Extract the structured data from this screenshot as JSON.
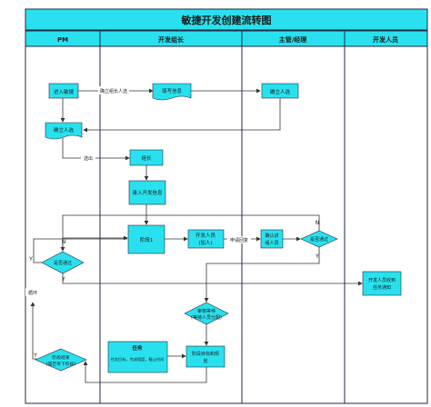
{
  "title": "敏捷开发创建流转图",
  "lanes": [
    "PM",
    "开发组长",
    "主管/经理",
    "开发人员"
  ],
  "nodes": {
    "enter_agile": "进入敏捷",
    "fill_info": "填写信息",
    "confirm_people_mgr": "确立人选",
    "confirm_people_pm": "确立人选",
    "team_lead": "组长",
    "enter_dev_info": "录入开发信息",
    "stage1": "阶段1",
    "dev_personnel": [
      "开发人员",
      "(加人)"
    ],
    "confirm_add": [
      "确认进",
      "组人员"
    ],
    "pass_check_mgr": "是否通过",
    "pass_check_pm": "是否通过",
    "dev_receive": [
      "开发人员收到",
      "任务通知"
    ],
    "review_wait": [
      "审核等待",
      "(等待人员分配)"
    ],
    "stage_goal": [
      "阶段目标和规",
      "划"
    ],
    "stage_end": [
      "阶段结束",
      "(是否有下阶段)"
    ],
    "task_title": "任务",
    "task_detail": "任务目标，完成程度，截止时间"
  },
  "edges": {
    "confirm_lead": "确立组长人选",
    "pick": "选出",
    "apply_reply": "申请回复",
    "n_mgr": "N",
    "y_mgr": "Y",
    "n_pm": "N",
    "y_pm_left": "Y",
    "y_pm_down": "Y",
    "loop": "循环",
    "y_end": "Y"
  },
  "colors": {
    "title_bg": "#29e1ee",
    "header_bg": "#29e1ee",
    "node": "#29e1ee",
    "grid": "#1f2a44",
    "line": "#333333"
  }
}
